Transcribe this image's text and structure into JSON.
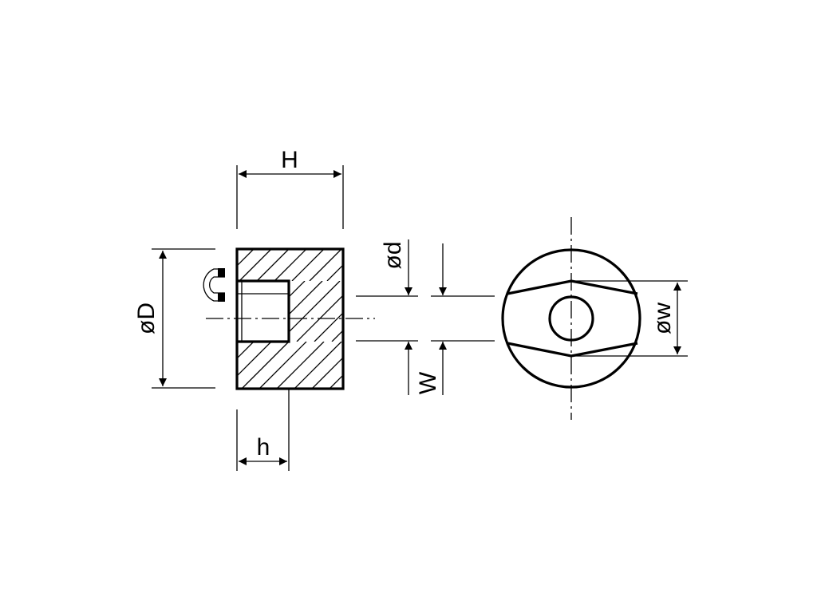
{
  "labels": {
    "H": "H",
    "D": "øD",
    "h": "h",
    "d": "ød",
    "W": "W",
    "w": "øw"
  }
}
